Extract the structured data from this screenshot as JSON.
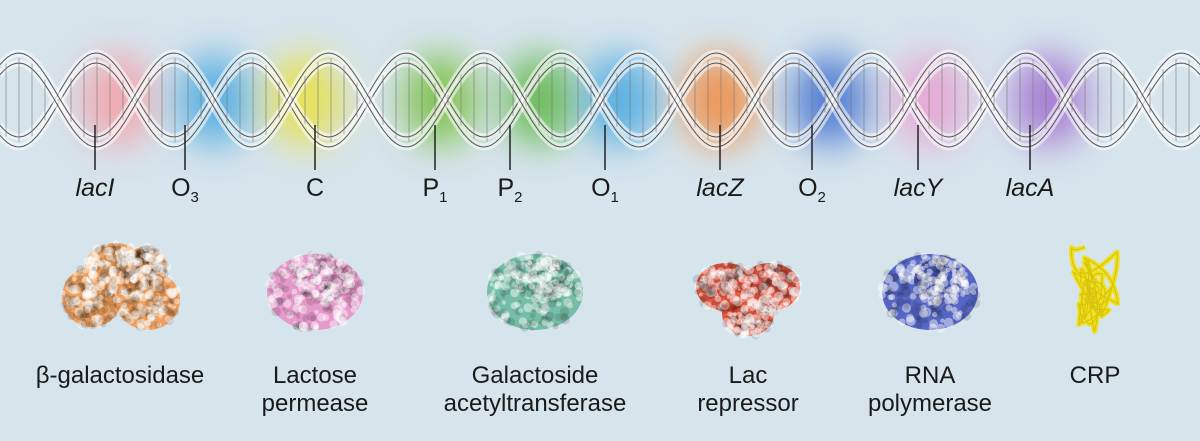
{
  "genes": [
    {
      "id": "lacI",
      "base": "lacI",
      "sub": "",
      "italic": true,
      "color": "#f4a0a8"
    },
    {
      "id": "O3",
      "base": "O",
      "sub": "3",
      "italic": false,
      "color": "#4aa8e0"
    },
    {
      "id": "C",
      "base": "C",
      "sub": "",
      "italic": false,
      "color": "#e8e040"
    },
    {
      "id": "P1",
      "base": "P",
      "sub": "1",
      "italic": false,
      "color": "#78c040"
    },
    {
      "id": "P2",
      "base": "P",
      "sub": "2",
      "italic": false,
      "color": "#60b848"
    },
    {
      "id": "O1",
      "base": "O",
      "sub": "1",
      "italic": false,
      "color": "#4aa8e0"
    },
    {
      "id": "lacZ",
      "base": "lacZ",
      "sub": "",
      "italic": true,
      "color": "#f08a40"
    },
    {
      "id": "O2",
      "base": "O",
      "sub": "2",
      "italic": false,
      "color": "#4070d0"
    },
    {
      "id": "lacY",
      "base": "lacY",
      "sub": "",
      "italic": true,
      "color": "#e8a0d0"
    },
    {
      "id": "lacA",
      "base": "lacA",
      "sub": "",
      "italic": true,
      "color": "#a070d0"
    }
  ],
  "proteins": [
    {
      "id": "beta-galactosidase",
      "lines": [
        "β-galactosidase"
      ],
      "color": "#f09850",
      "shape": "cluster"
    },
    {
      "id": "lactose-permease",
      "lines": [
        "Lactose",
        "permease"
      ],
      "color": "#e890c8",
      "shape": "blob"
    },
    {
      "id": "galactoside-acetyltransferase",
      "lines": [
        "Galactoside",
        "acetyltransferase"
      ],
      "color": "#6ab8a0",
      "shape": "blob"
    },
    {
      "id": "lac-repressor",
      "lines": [
        "Lac",
        "repressor"
      ],
      "color": "#e84830",
      "shape": "heart"
    },
    {
      "id": "rna-polymerase",
      "lines": [
        "RNA",
        "polymerase"
      ],
      "color": "#4858c0",
      "shape": "blob"
    },
    {
      "id": "crp",
      "lines": [
        "CRP"
      ],
      "color": "#f0e020",
      "shape": "ribbon"
    }
  ]
}
